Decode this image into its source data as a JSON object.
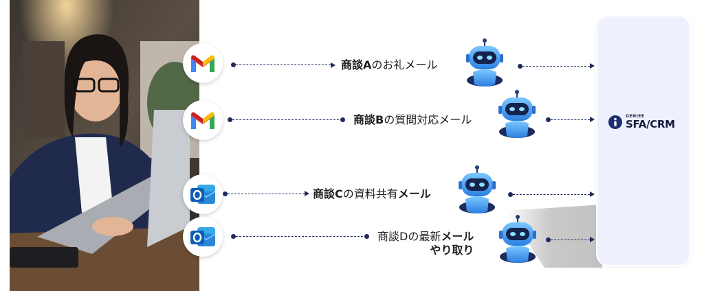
{
  "rows": [
    {
      "app": "gmail-icon",
      "parts": [
        {
          "text": "商談A",
          "bold": true
        },
        {
          "text": "のお礼メール",
          "bold": false
        }
      ]
    },
    {
      "app": "gmail-icon",
      "parts": [
        {
          "text": "商談B",
          "bold": true
        },
        {
          "text": "の質問対応メール",
          "bold": false
        }
      ]
    },
    {
      "app": "outlook-icon",
      "parts": [
        {
          "text": "商談C",
          "bold": true
        },
        {
          "text": "の資料共有",
          "bold": false
        },
        {
          "text": "メール",
          "bold": true
        }
      ]
    },
    {
      "app": "outlook-icon",
      "parts": [
        {
          "text": "商談Dの最新",
          "bold": false
        },
        {
          "text": "メール",
          "bold": true
        }
      ],
      "line2": "やり取り"
    }
  ],
  "logo": {
    "brand": "GENIEE",
    "product": "SFA/CRM"
  },
  "colors": {
    "line": "#1f2a5c",
    "panel": "#eef1fd",
    "robot": "#3fa0f0"
  }
}
